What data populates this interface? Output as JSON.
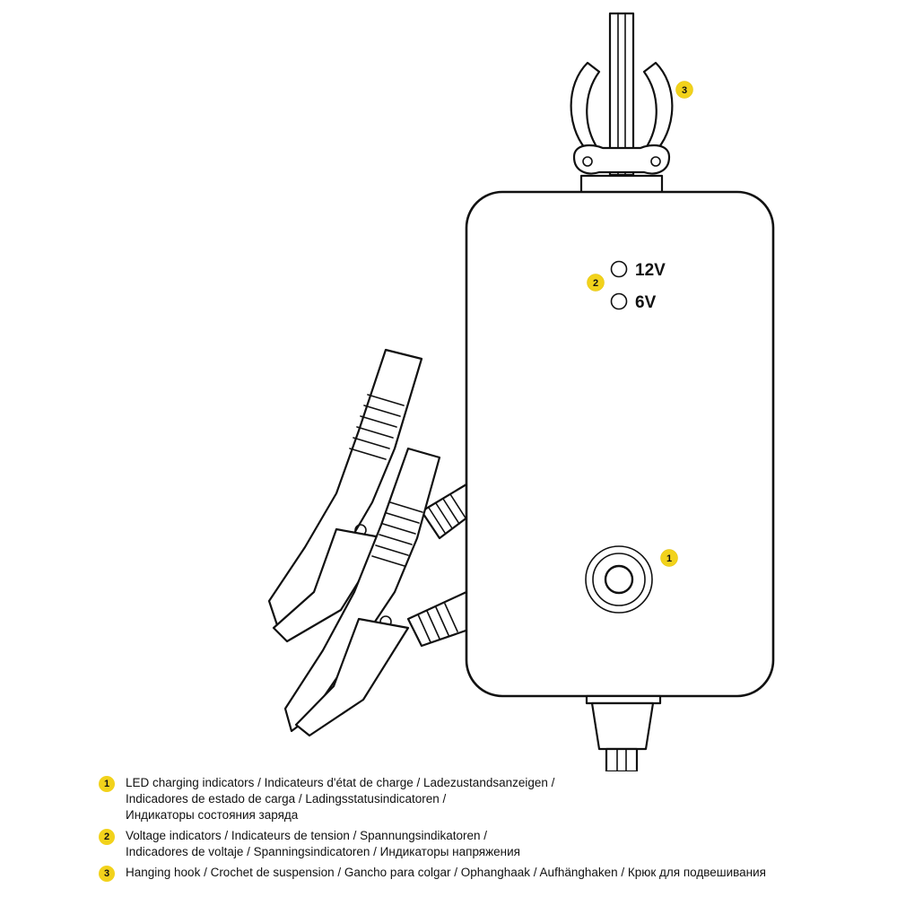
{
  "device": {
    "voltage_labels": [
      "12V",
      "6V"
    ]
  },
  "callouts": [
    {
      "number": "1"
    },
    {
      "number": "2"
    },
    {
      "number": "3"
    }
  ],
  "legend": [
    {
      "number": "1",
      "lines": [
        "LED charging indicators  / Indicateurs d'état de charge / Ladezustandsanzeigen /",
        "Indicadores de estado de carga / Ladingsstatusindicatoren /",
        "Индикаторы состояния заряда"
      ]
    },
    {
      "number": "2",
      "lines": [
        "Voltage indicators / Indicateurs de tension / Spannungsindikatoren /",
        "Indicadores de voltaje / Spanningsindicatoren / Индикаторы напряжения"
      ]
    },
    {
      "number": "3",
      "lines": [
        "Hanging hook / Crochet de suspension / Gancho para colgar / Ophanghaak / Aufhänghaken / Крюк для подвешивания"
      ]
    }
  ],
  "colors": {
    "badge": "#f2d21b",
    "line": "#111111"
  }
}
